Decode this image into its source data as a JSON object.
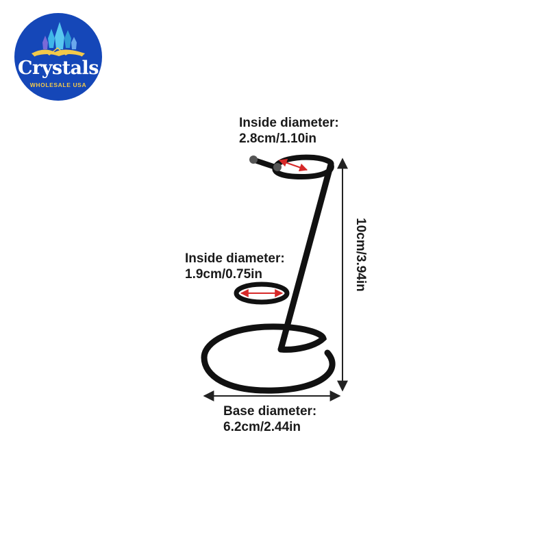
{
  "logo": {
    "title": "Crystals",
    "subtitle": "WHOLESALE USA",
    "colors": {
      "background": "#1547b8",
      "crystal": "#3fb6e8",
      "accent": "#f3c94a"
    }
  },
  "labels": {
    "top_ring": {
      "title": "Inside diameter:",
      "value": "2.8cm/1.10in"
    },
    "middle_ring": {
      "title": "Inside diameter:",
      "value": "1.9cm/0.75in"
    },
    "height": {
      "value": "10cm/3.94in"
    },
    "base": {
      "title": "Base diameter:",
      "value": "6.2cm/2.44in"
    }
  },
  "colors": {
    "stand": "#111111",
    "dimension_line": "#222222",
    "measure_arrow": "#d62828"
  }
}
